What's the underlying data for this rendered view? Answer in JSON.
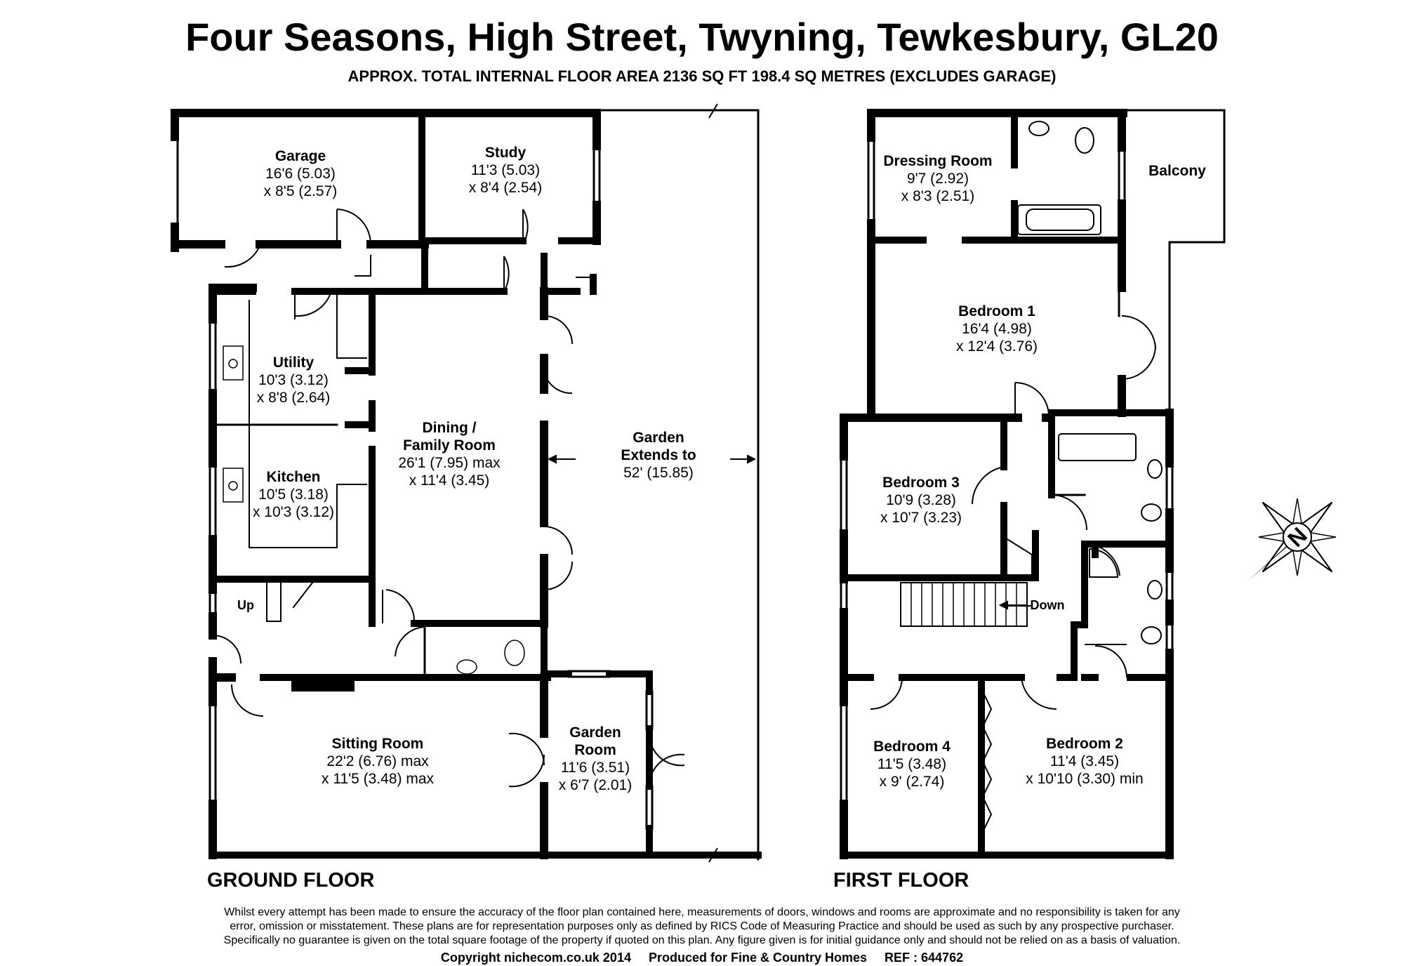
{
  "header": {
    "title": "Four Seasons, High Street, Twyning, Tewkesbury, GL20",
    "subtitle": "APPROX. TOTAL INTERNAL FLOOR AREA 2136 SQ FT 198.4 SQ METRES (EXCLUDES GARAGE)"
  },
  "ground_floor": {
    "label": "GROUND FLOOR",
    "rooms": {
      "garage": {
        "name": "Garage",
        "dim1": "16'6 (5.03)",
        "dim2": "x 8'5 (2.57)"
      },
      "study": {
        "name": "Study",
        "dim1": "11'3 (5.03)",
        "dim2": "x 8'4 (2.54)"
      },
      "utility": {
        "name": "Utility",
        "dim1": "10'3 (3.12)",
        "dim2": "x 8'8 (2.64)"
      },
      "kitchen": {
        "name": "Kitchen",
        "dim1": "10'5 (3.18)",
        "dim2": "x 10'3 (3.12)"
      },
      "dining": {
        "name1": "Dining /",
        "name2": "Family Room",
        "dim1": "26'1 (7.95) max",
        "dim2": "x 11'4 (3.45)"
      },
      "garden": {
        "name1": "Garden",
        "name2": "Extends to",
        "dim1": "52' (15.85)"
      },
      "sitting": {
        "name": "Sitting Room",
        "dim1": "22'2 (6.76) max",
        "dim2": "x 11'5 (3.48) max"
      },
      "garden_room": {
        "name1": "Garden",
        "name2": "Room",
        "dim1": "11'6 (3.51)",
        "dim2": "x 6'7 (2.01)"
      }
    },
    "stairs_label": "Up"
  },
  "first_floor": {
    "label": "FIRST FLOOR",
    "rooms": {
      "dressing": {
        "name": "Dressing Room",
        "dim1": "9'7 (2.92)",
        "dim2": "x 8'3 (2.51)"
      },
      "balcony": {
        "name": "Balcony"
      },
      "bedroom1": {
        "name": "Bedroom 1",
        "dim1": "16'4 (4.98)",
        "dim2": "x 12'4 (3.76)"
      },
      "bedroom3": {
        "name": "Bedroom 3",
        "dim1": "10'9 (3.28)",
        "dim2": "x 10'7 (3.23)"
      },
      "bedroom4": {
        "name": "Bedroom 4",
        "dim1": "11'5 (3.48)",
        "dim2": "x 9' (2.74)"
      },
      "bedroom2": {
        "name": "Bedroom 2",
        "dim1": "11'4 (3.45)",
        "dim2": "x 10'10 (3.30) min"
      }
    },
    "stairs_label": "Down"
  },
  "compass": {
    "label": "N",
    "icon": "compass-icon"
  },
  "disclaimer": {
    "line1": "Whilst every attempt has been made to ensure the accuracy of the floor plan contained here, measurements of doors, windows and rooms are approximate and no responsibility is taken for any",
    "line2": "error, omission or misstatement. These plans are for representation purposes only as defined by RICS Code of Measuring Practice and should be used as such by any prospective purchaser.",
    "line3": "Specifically no guarantee is given on the total square footage of the property if quoted on this plan. Any figure given is for initial guidance only and should not be relied on as a basis of valuation."
  },
  "footer": {
    "copyright": "Copyright nichecom.co.uk 2014",
    "produced": "Produced for Fine & Country Homes",
    "ref": "REF : 644762"
  }
}
